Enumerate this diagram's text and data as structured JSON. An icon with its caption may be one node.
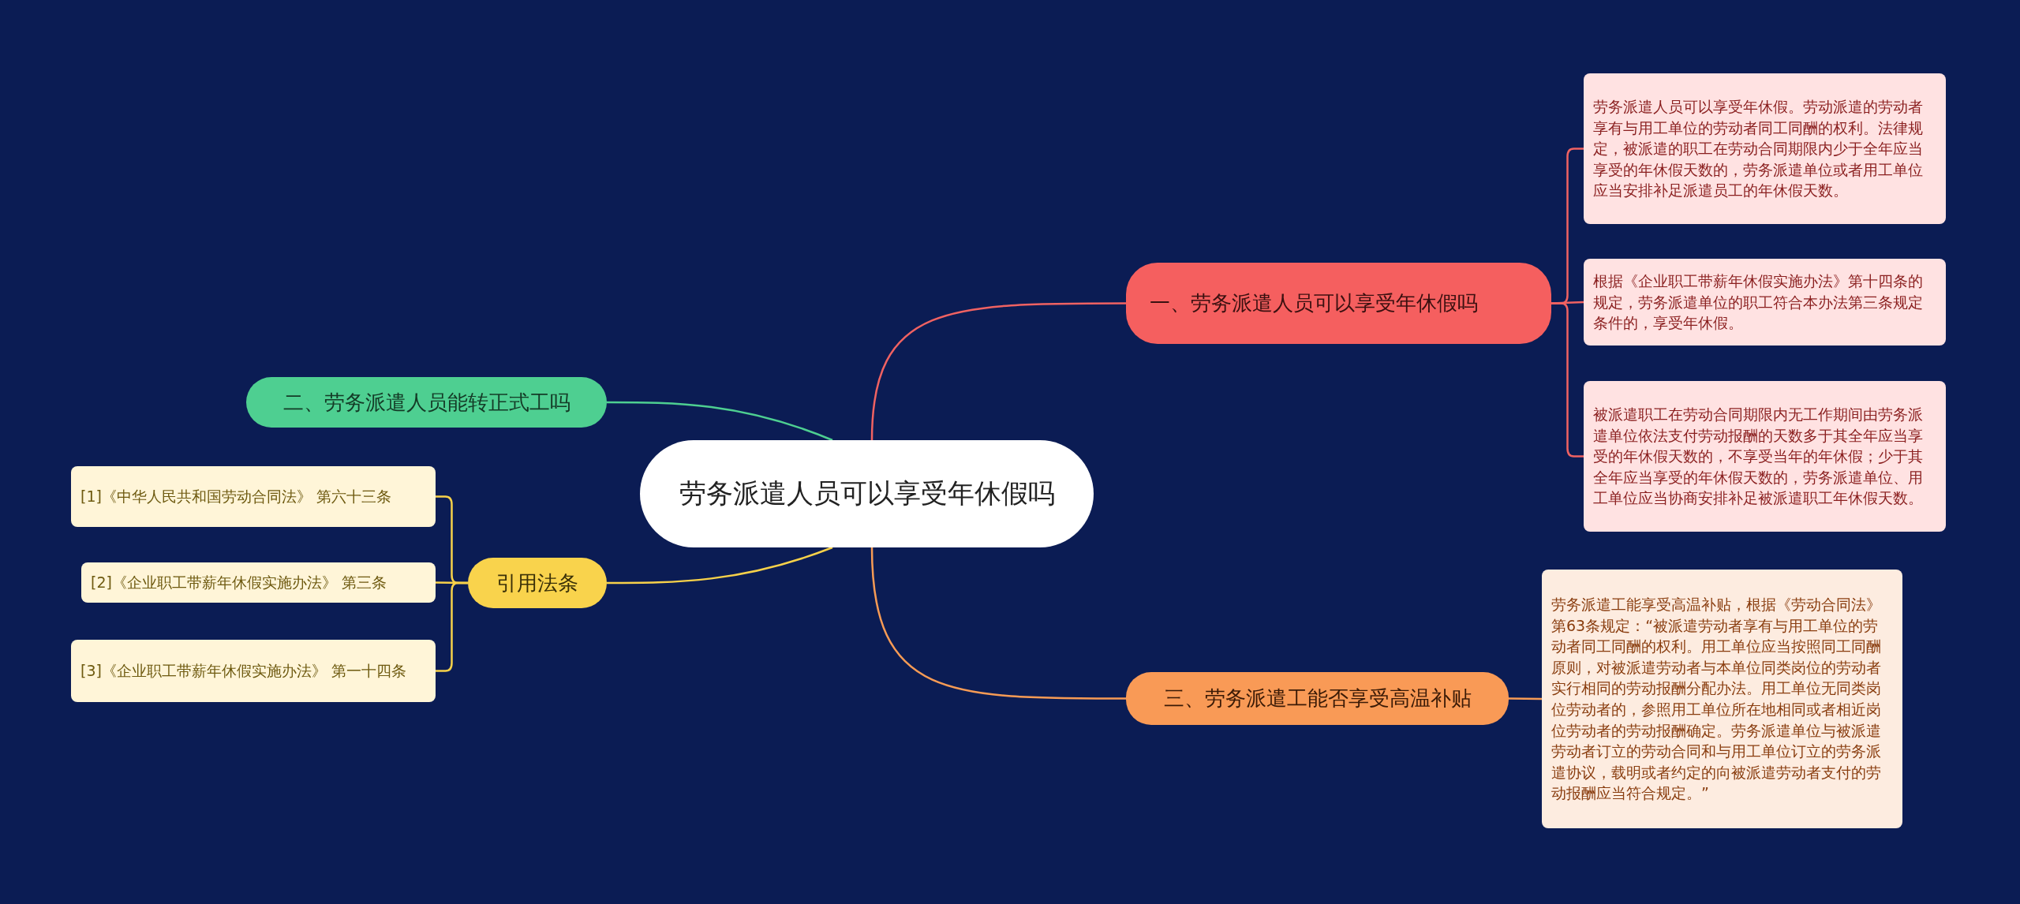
{
  "diagram": {
    "nodes": [
      {
        "text": [
          "劳务派遣人员可以享受年休假吗"
        ]
      },
      {
        "text": [
          "一、劳务派遣人员可以享受年休假吗"
        ]
      },
      {
        "text": [
          "劳务派遣人员可以享受年休假。劳动派遣的劳动者享有与用工单位的劳动者同工同酬的权利。法律规定，被派遣的职工在劳动合同期限内少于全年应当享受的年休假天数的，劳务派遣单位或者用工单位应当安排补足派遣员工的年休假天数。"
        ]
      },
      {
        "text": [
          "根据《企业职工带薪年休假实施办法》第十四条的规定，劳务派遣单位的职工符合本办法第三条规定条件的，享受年休假。"
        ]
      },
      {
        "text": [
          "被派遣职工在劳动合同期限内无工作期间由劳务派遣单位依法支付劳动报酬的天数多于其全年应当享受的年休假天数的，不享受当年的年休假；少于其全年应当享受的年休假天数的，劳务派遣单位、用工单位应当协商安排补足被派遣职工年休假天数。"
        ]
      },
      {
        "text": [
          "二、劳务派遣人员能转正式工吗"
        ]
      },
      {
        "text": [
          "引用法条"
        ]
      },
      {
        "text": [
          "[1]《中华人民共和国劳动合同法》 第六十三条"
        ]
      },
      {
        "text": [
          "[2]《企业职工带薪年休假实施办法》 第三条"
        ]
      },
      {
        "text": [
          "[3]《企业职工带薪年休假实施办法》 第一十四条"
        ]
      },
      {
        "text": [
          "三、劳务派遣工能否享受高温补贴"
        ]
      },
      {
        "text": [
          "劳务派遣工能享受高温补贴，根据《劳动合同法》第63条规定：“被派遣劳动者享有与用工单位的劳动者同工同酬的权利。用工单位应当按照同工同酬原则，对被派遣劳动者与本单位同类岗位的劳动者实行相同的劳动报酬分配办法。用工单位无同类岗位劳动者的，参照用工单位所在地相同或者相近岗位劳动者的劳动报酬确定。劳务派遣单位与被派遣劳动者订立的劳动合同和与用工单位订立的劳务派遣协议，载明或者约定的向被派遣劳动者支付的劳动报酬应当符合规定。”"
        ]
      }
    ],
    "edges": [
      {
        "from": 0,
        "to": 1,
        "arrow": "none",
        "color": "#f06262"
      },
      {
        "from": 0,
        "to": 5,
        "arrow": "none",
        "color": "#4ecf91"
      },
      {
        "from": 0,
        "to": 6,
        "arrow": "none",
        "color": "#f7d14a"
      },
      {
        "from": 0,
        "to": 10,
        "arrow": "none",
        "color": "#f79b55"
      },
      {
        "from": 1,
        "to": 2,
        "arrow": "none",
        "color": "#f06262"
      },
      {
        "from": 1,
        "to": 3,
        "arrow": "none",
        "color": "#f06262"
      },
      {
        "from": 1,
        "to": 4,
        "arrow": "none",
        "color": "#f06262"
      },
      {
        "from": 6,
        "to": 7,
        "arrow": "none",
        "color": "#f7d14a"
      },
      {
        "from": 6,
        "to": 8,
        "arrow": "none",
        "color": "#f7d14a"
      },
      {
        "from": 6,
        "to": 9,
        "arrow": "none",
        "color": "#f7d14a"
      },
      {
        "from": 10,
        "to": 11,
        "arrow": "none",
        "color": "#f79b55"
      }
    ]
  }
}
